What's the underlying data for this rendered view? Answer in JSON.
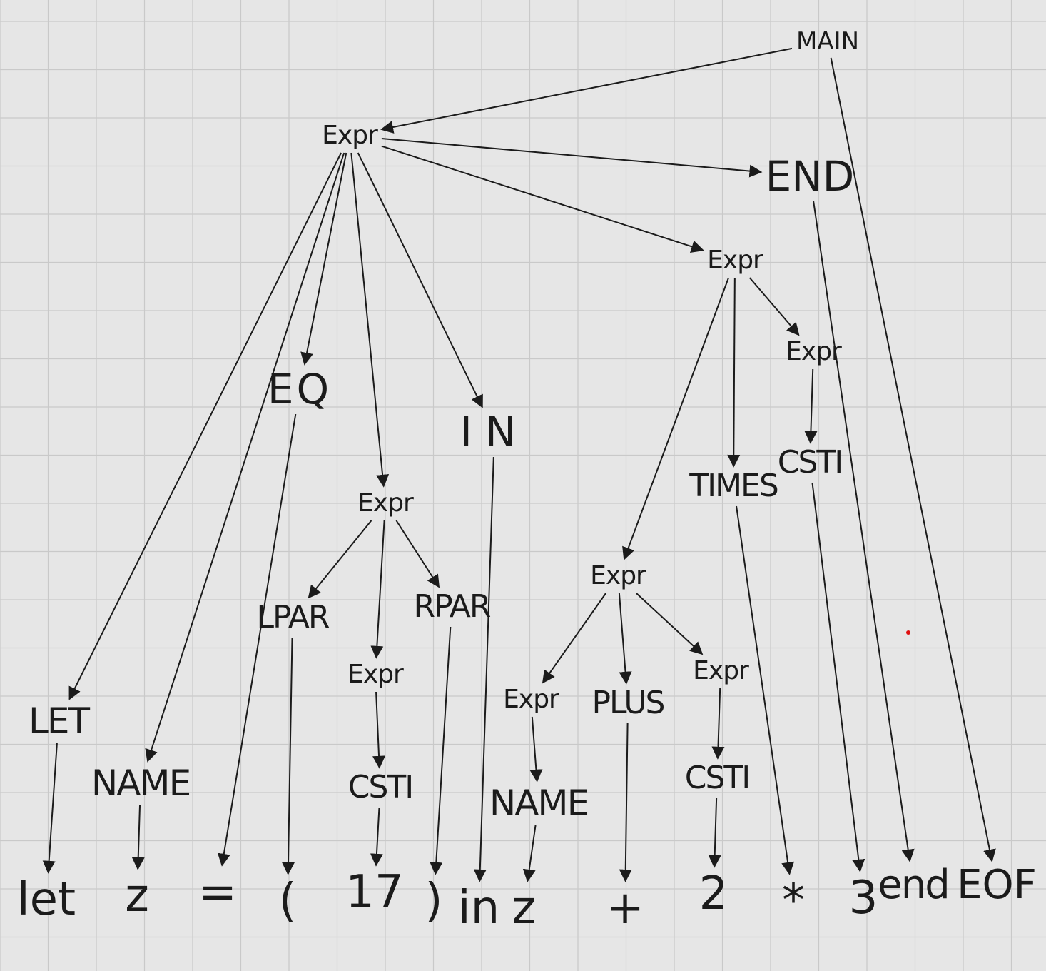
{
  "colors": {
    "background": "#e6e6e6",
    "grid": "#c9c9c9",
    "ink": "#1b1b1b",
    "red_dot": "#e01010"
  },
  "nodes": {
    "main": "MAIN",
    "expr_root": "Expr",
    "end": "END",
    "expr_right": "Expr",
    "expr_csti_parent": "Expr",
    "eq": "EQ",
    "in": "IN",
    "times": "TIMES",
    "csti_top": "CSTI",
    "expr_paren": "Expr",
    "lpar": "LPAR",
    "rpar": "RPAR",
    "expr_plus": "Expr",
    "expr_17": "Expr",
    "expr_name": "Expr",
    "plus": "PLUS",
    "expr_2": "Expr",
    "let": "LET",
    "name_left": "NAME",
    "csti_17": "CSTI",
    "name_right": "NAME",
    "csti_2": "CSTI"
  },
  "leaves": {
    "let": "let",
    "z1": "z",
    "eq": "=",
    "lpar": "(",
    "n17": "17",
    "rpar": ")",
    "in": "in",
    "z2": "z",
    "plus": "+",
    "n2": "2",
    "times": "*",
    "n3": "3",
    "end": "end",
    "eof": "EOF"
  },
  "edges": [
    [
      "main",
      "expr_root"
    ],
    [
      "main",
      "leaf_eof"
    ],
    [
      "expr_root",
      "end"
    ],
    [
      "expr_root",
      "expr_right"
    ],
    [
      "expr_root",
      "eq"
    ],
    [
      "expr_root",
      "expr_paren"
    ],
    [
      "expr_root",
      "in"
    ],
    [
      "expr_root",
      "let"
    ],
    [
      "expr_root",
      "name_left"
    ],
    [
      "end",
      "leaf_end"
    ],
    [
      "expr_right",
      "expr_csti_parent"
    ],
    [
      "expr_right",
      "times"
    ],
    [
      "expr_right",
      "expr_plus"
    ],
    [
      "expr_csti_parent",
      "csti_top"
    ],
    [
      "csti_top",
      "leaf_n3"
    ],
    [
      "times",
      "leaf_times"
    ],
    [
      "eq",
      "leaf_eq"
    ],
    [
      "in",
      "leaf_in"
    ],
    [
      "expr_paren",
      "lpar"
    ],
    [
      "expr_paren",
      "expr_17"
    ],
    [
      "expr_paren",
      "rpar"
    ],
    [
      "lpar",
      "leaf_lpar"
    ],
    [
      "rpar",
      "leaf_rpar"
    ],
    [
      "expr_17",
      "csti_17"
    ],
    [
      "csti_17",
      "leaf_n17"
    ],
    [
      "expr_plus",
      "expr_name"
    ],
    [
      "expr_plus",
      "plus"
    ],
    [
      "expr_plus",
      "expr_2"
    ],
    [
      "expr_name",
      "name_right"
    ],
    [
      "name_right",
      "leaf_z2"
    ],
    [
      "plus",
      "leaf_plus"
    ],
    [
      "expr_2",
      "csti_2"
    ],
    [
      "csti_2",
      "leaf_n2"
    ],
    [
      "let",
      "leaf_let"
    ],
    [
      "name_left",
      "leaf_z1"
    ]
  ]
}
